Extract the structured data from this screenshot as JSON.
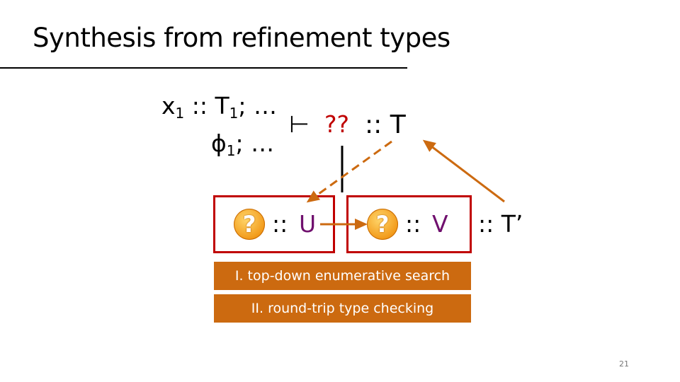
{
  "title": "Synthesis from refinement types",
  "judgment": {
    "ctx1_var": "x",
    "ctx1_sub": "1",
    "ctx1_sep": " :: T",
    "ctx1_sub2": "1",
    "ctx1_rest": "; …",
    "ctx2_var": "ϕ",
    "ctx2_sub": "1",
    "ctx2_rest": "; …",
    "turnstile": "⊢",
    "hole": "??",
    "goal": ":: T"
  },
  "boxes": [
    {
      "icon": "question-icon",
      "glyph": "?",
      "sep": "::",
      "type": "U"
    },
    {
      "icon": "question-icon",
      "glyph": "?",
      "sep": "::",
      "type": "V"
    }
  ],
  "result_type": ":: T’",
  "steps": [
    "I. top-down enumerative search",
    "II. round-trip type checking"
  ],
  "page_number": "21",
  "colors": {
    "hole": "#c00000",
    "type_var": "#70106e",
    "arrow": "#cc6a10",
    "box": "#c00000"
  }
}
